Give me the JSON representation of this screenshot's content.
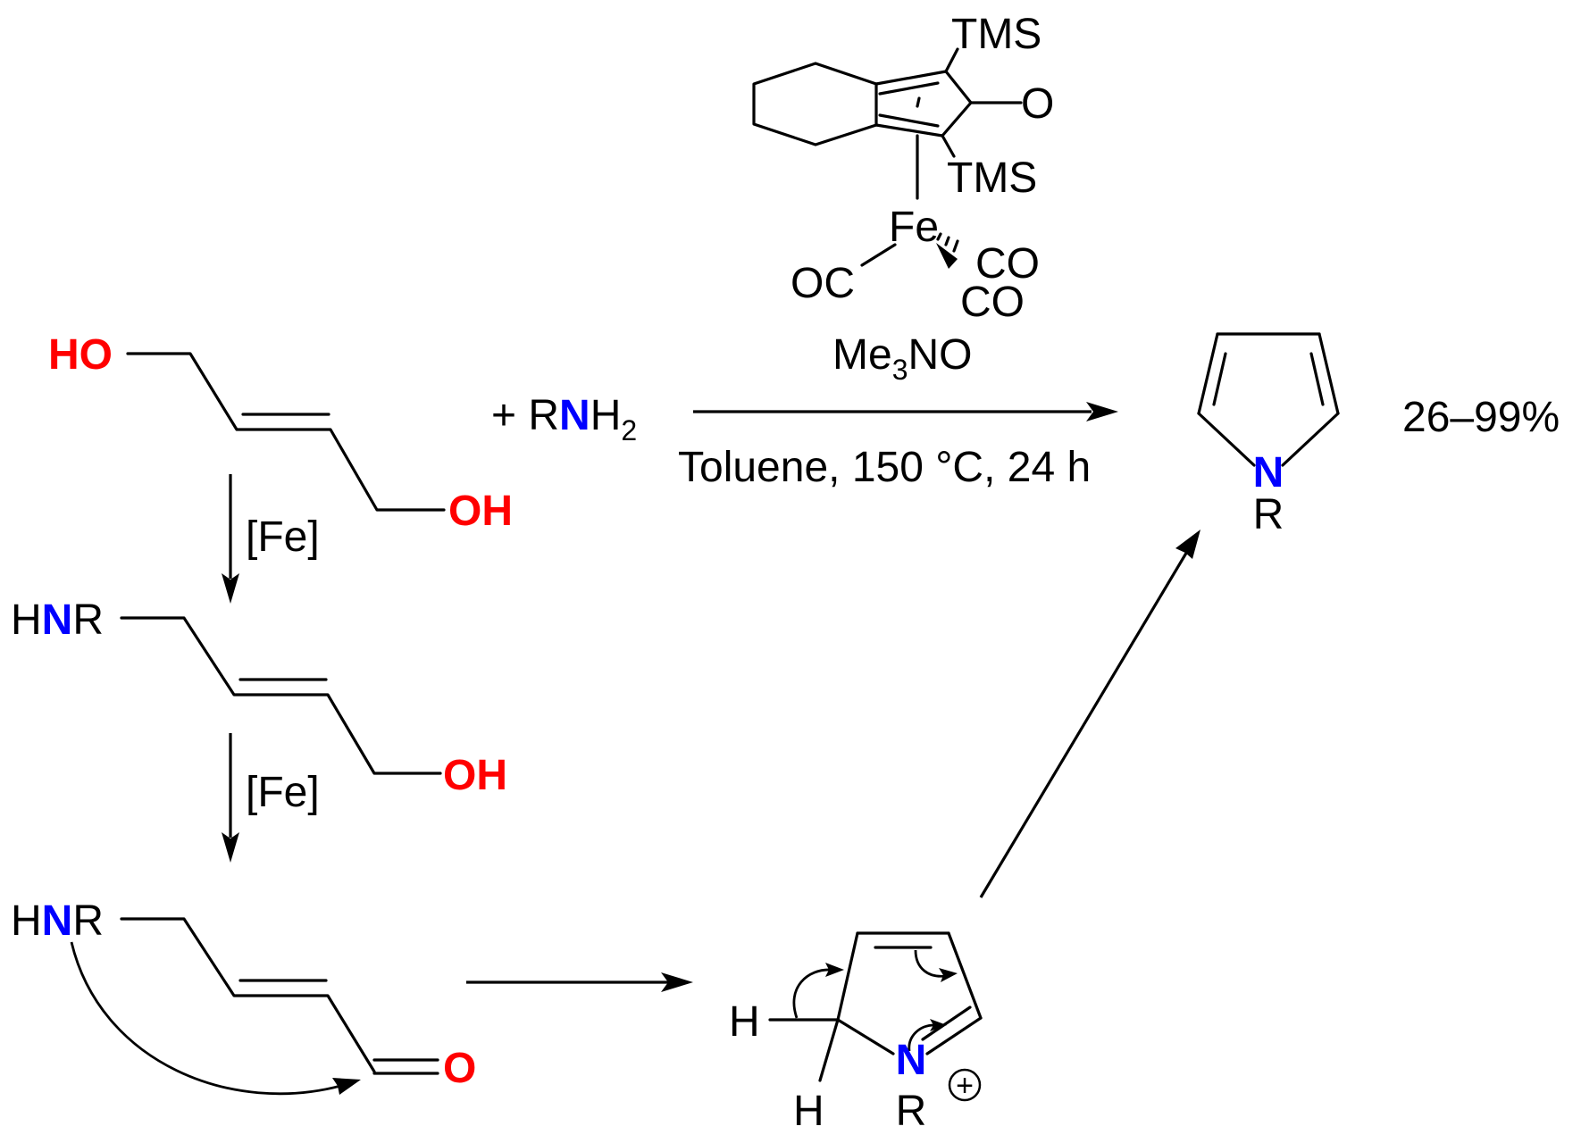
{
  "catalyst": {
    "tms_top": "TMS",
    "tms_bottom": "TMS",
    "oxo": "O",
    "iron": "Fe",
    "co_left": "OC",
    "co_right1": "CO",
    "co_right2": "CO",
    "additive_prefix": "Me",
    "additive_subscript": "3",
    "additive_suffix": "NO"
  },
  "starting_diol": {
    "ho": "HO",
    "oh": "OH"
  },
  "amine_reagent": {
    "plus_r": "+ R",
    "n": "N",
    "h": "H",
    "subscript": "2"
  },
  "main_conditions": "Toluene,  150 °C, 24 h",
  "product": {
    "n": "N",
    "r": "R",
    "yield": "26–99%"
  },
  "steps": {
    "step1_label": "[Fe]",
    "step2_label": "[Fe]"
  },
  "amino_alcohol": {
    "h": "H",
    "n": "N",
    "r": "R",
    "oh": "OH"
  },
  "amino_aldehyde": {
    "h": "H",
    "n": "N",
    "r": "R",
    "o": "O"
  },
  "iminium": {
    "h_left": "H",
    "h_bottom": "H",
    "n": "N",
    "r": "R",
    "charge": "+"
  }
}
